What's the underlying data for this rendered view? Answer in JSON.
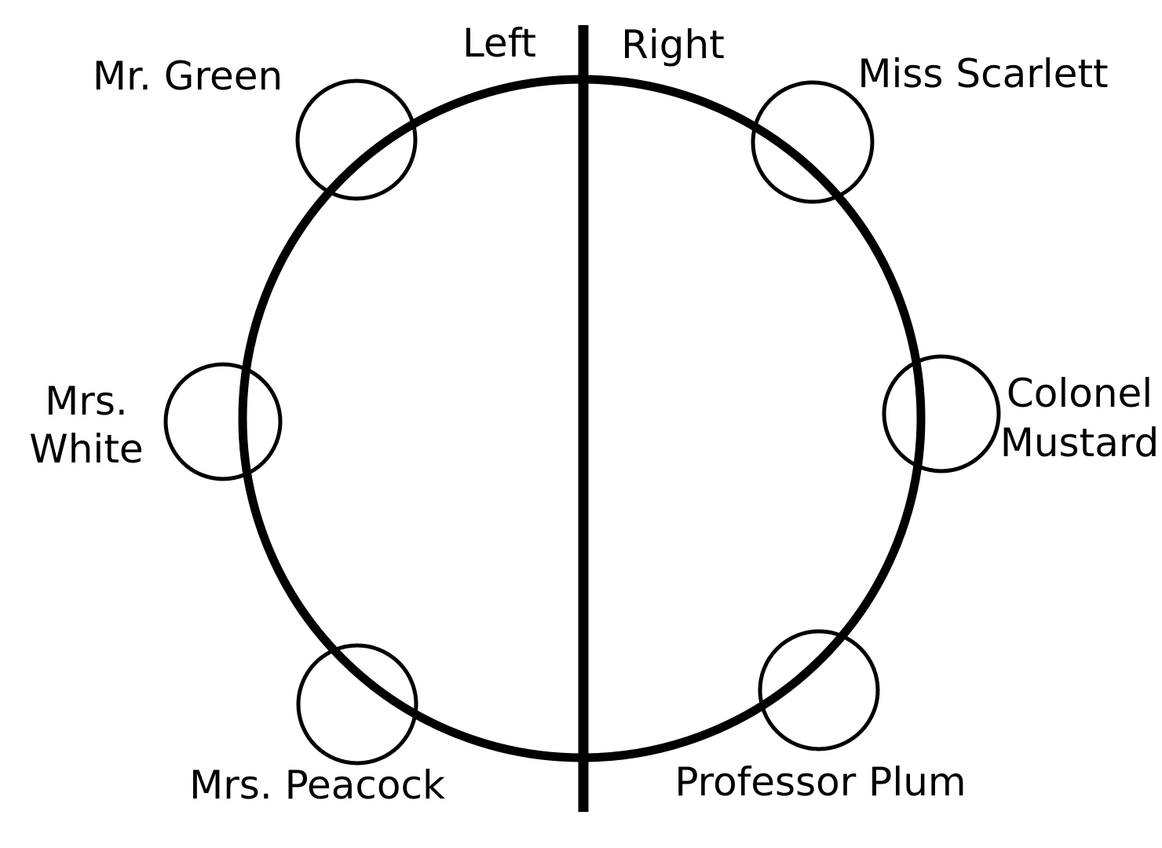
{
  "diagram": {
    "side_labels": {
      "left": "Left",
      "right": "Right"
    },
    "seats": [
      {
        "id": "mr-green",
        "lines": [
          "Mr. Green"
        ]
      },
      {
        "id": "miss-scarlett",
        "lines": [
          "Miss Scarlett"
        ]
      },
      {
        "id": "mrs-white",
        "lines": [
          "Mrs.",
          "White"
        ]
      },
      {
        "id": "colonel-mustard",
        "lines": [
          "Colonel",
          "Mustard"
        ]
      },
      {
        "id": "mrs-peacock",
        "lines": [
          "Mrs. Peacock"
        ]
      },
      {
        "id": "professor-plum",
        "lines": [
          "Professor Plum"
        ]
      }
    ],
    "colors": {
      "stroke": "#000000",
      "background": "#ffffff"
    }
  }
}
